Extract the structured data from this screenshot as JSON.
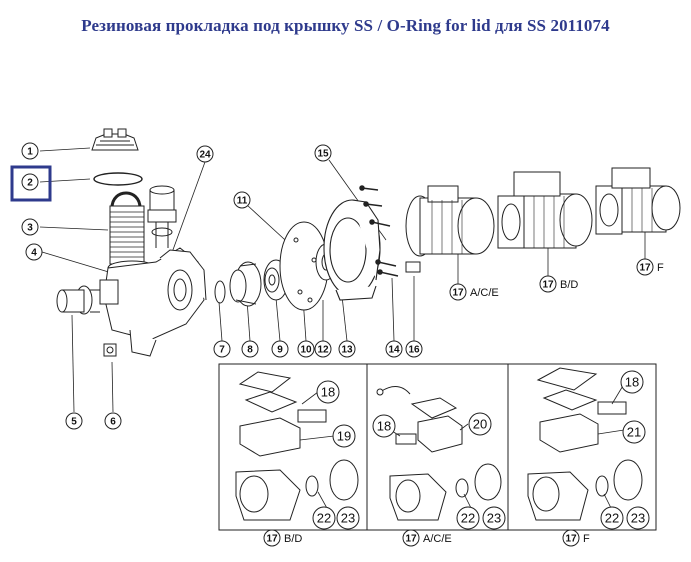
{
  "title": "Резиновая прокладка под крышку SS / O-Ring for lid для SS 2011074",
  "highlight_color": "#2e3a8c",
  "callouts": {
    "c1": "1",
    "c2": "2",
    "c3": "3",
    "c4": "4",
    "c5": "5",
    "c6": "6",
    "c7": "7",
    "c8": "8",
    "c9": "9",
    "c10": "10",
    "c11": "11",
    "c12": "12",
    "c13": "13",
    "c14": "14",
    "c15": "15",
    "c16": "16",
    "c24": "24",
    "m1": "17",
    "m1_label": "A/C/E",
    "m2": "17",
    "m2_label": "B/D",
    "m3": "17",
    "m3_label": "F",
    "p1_18": "18",
    "p1_19": "19",
    "p1_22": "22",
    "p1_23": "23",
    "p1_17": "17",
    "p1_label": "B/D",
    "p2_18": "18",
    "p2_20": "20",
    "p2_22": "22",
    "p2_23": "23",
    "p2_17": "17",
    "p2_label": "A/C/E",
    "p3_18": "18",
    "p3_21": "21",
    "p3_22": "22",
    "p3_23": "23",
    "p3_17": "17",
    "p3_label": "F"
  }
}
